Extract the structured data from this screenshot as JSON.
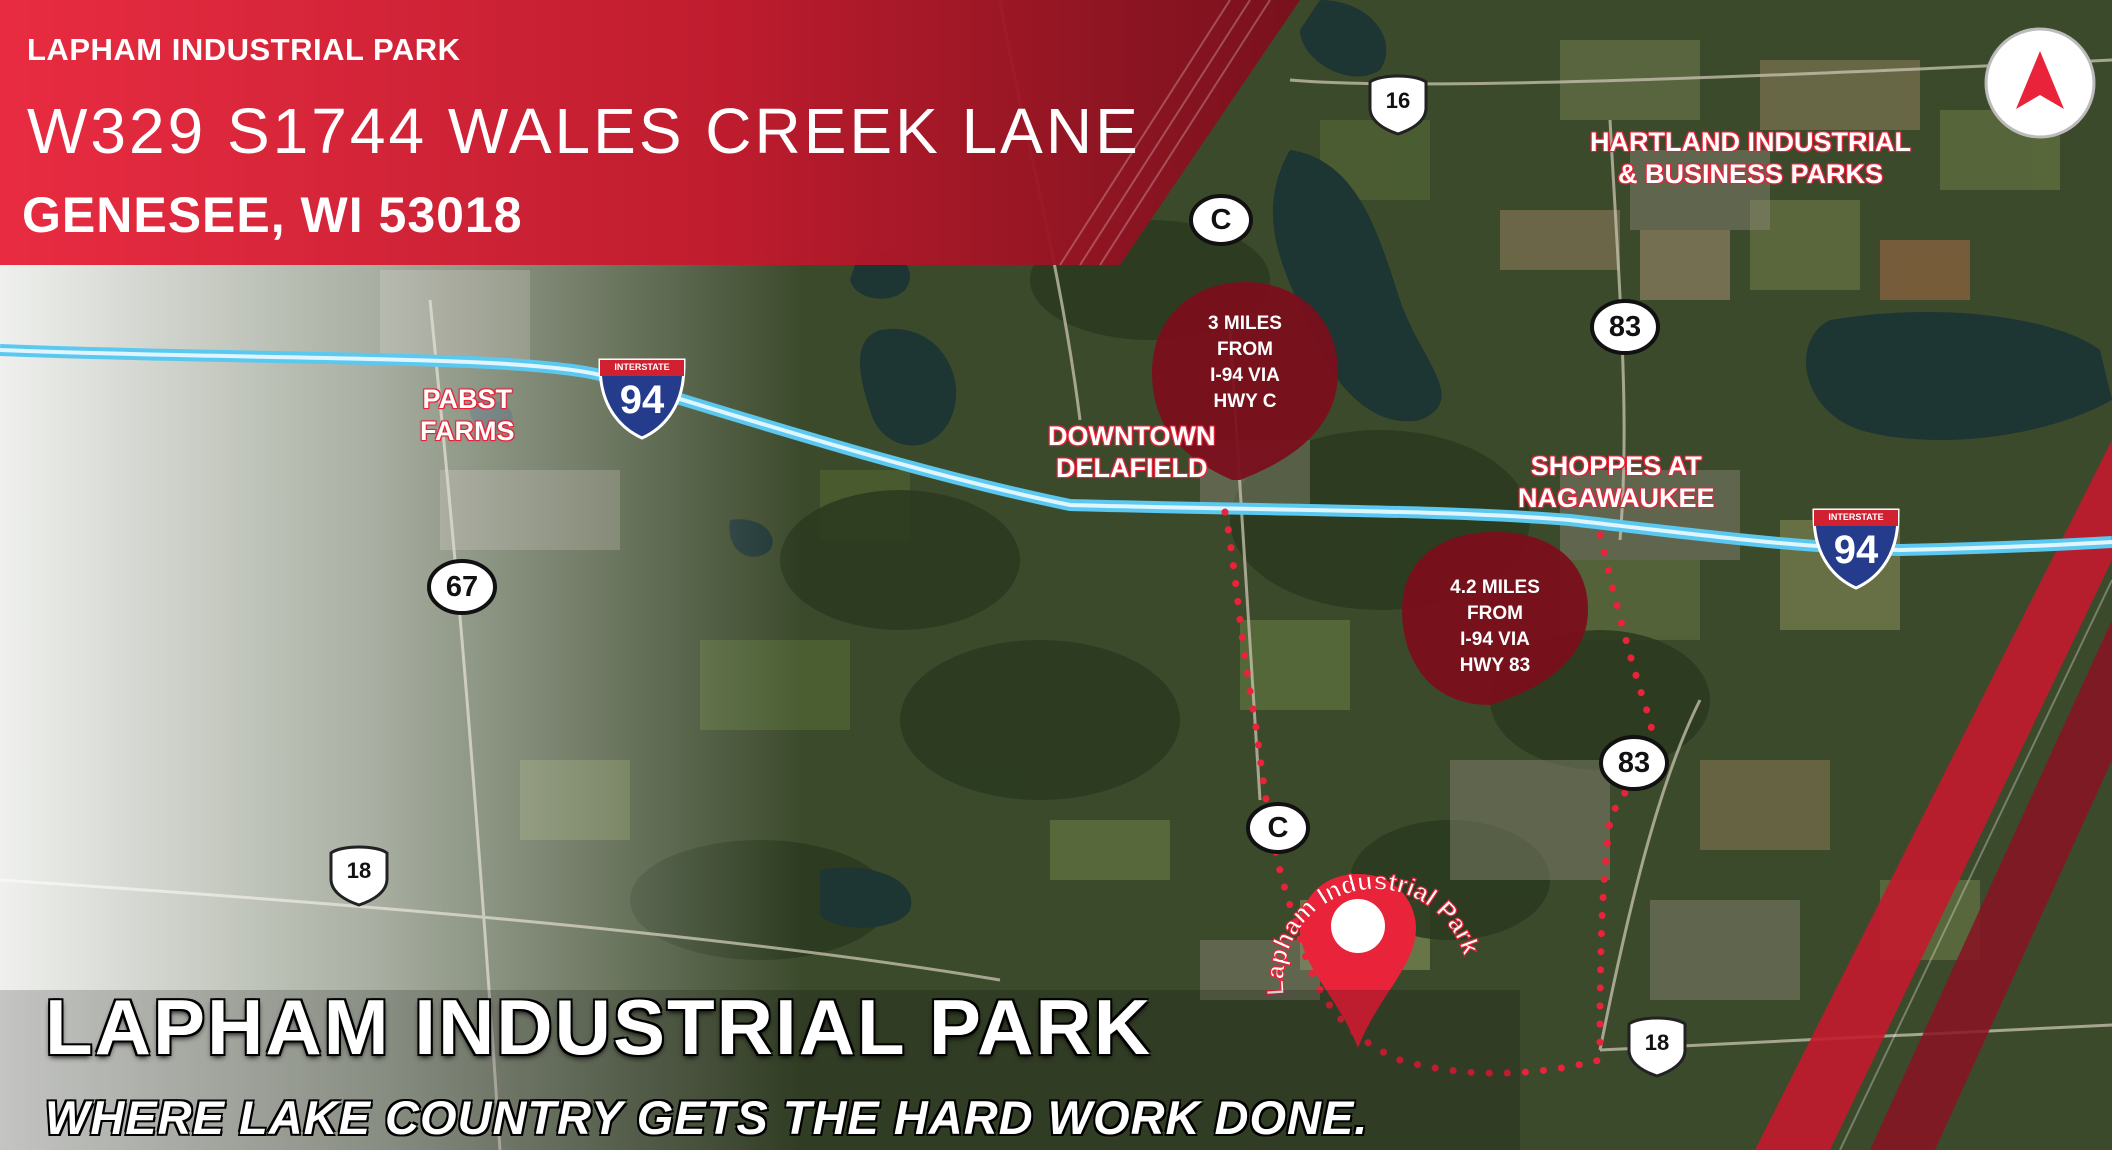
{
  "header": {
    "park_name": "LAPHAM INDUSTRIAL PARK",
    "address": "W329 S1744 WALES CREEK LANE",
    "city_state_zip": "GENESEE, WI 53018"
  },
  "places": {
    "pabst_farms": [
      "PABST",
      "FARMS"
    ],
    "downtown_delafield": [
      "DOWNTOWN",
      "DELAFIELD"
    ],
    "hartland": [
      "HARTLAND INDUSTRIAL",
      "& BUSINESS PARKS"
    ],
    "shoppes": [
      "SHOPPES AT",
      "NAGAWAUKEE"
    ]
  },
  "callouts": {
    "hwy_c": [
      "3 MILES",
      "FROM",
      "I-94 VIA",
      "HWY C"
    ],
    "hwy_83": [
      "4.2 MILES",
      "FROM",
      "I-94 VIA",
      "HWY 83"
    ]
  },
  "shields": {
    "interstate_label": "INTERSTATE",
    "interstate_number": "94",
    "us_16": "16",
    "us_18": "18",
    "state_83": "83",
    "state_67": "67",
    "state_18": "18",
    "county_c": "C"
  },
  "park_marker_label": "Lapham Industrial Park",
  "footer": {
    "title": "LAPHAM INDUSTRIAL PARK",
    "tagline": "WHERE LAKE COUNTRY GETS THE HARD WORK DONE."
  },
  "colors": {
    "brand_red": "#e8233a",
    "dark_red": "#7a0f1c",
    "interstate_blue": "#5bc8f0",
    "route_dots": "#e8233a"
  },
  "icons": {
    "north_arrow": "north-arrow-icon",
    "location_pin": "location-pin-icon"
  }
}
